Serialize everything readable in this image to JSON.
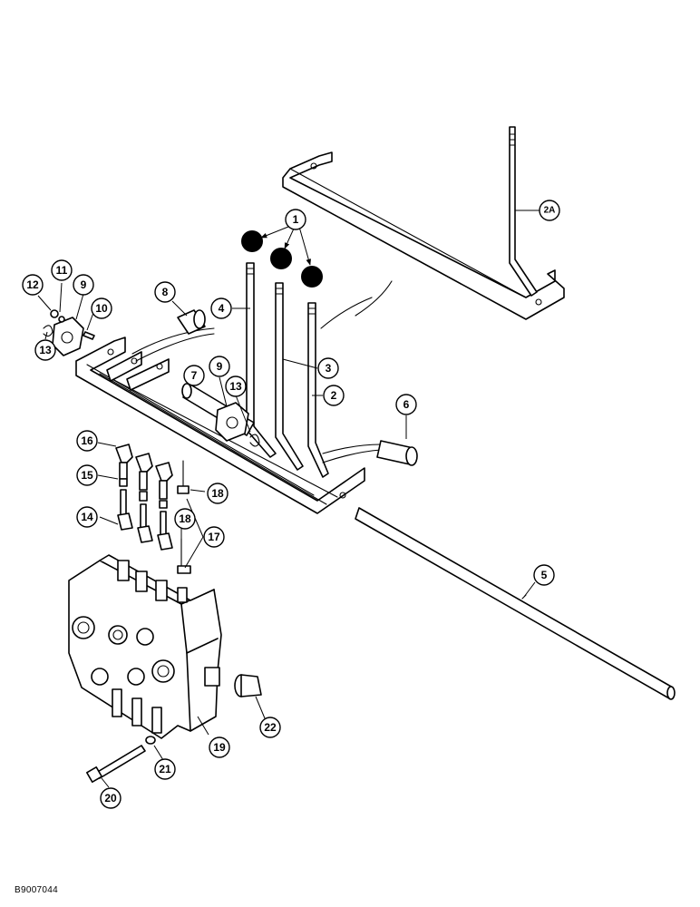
{
  "figure_id": "B9007044",
  "callouts": [
    "1",
    "2A",
    "2",
    "3",
    "4",
    "5",
    "6",
    "7",
    "8",
    "9",
    "9",
    "10",
    "11",
    "12",
    "13",
    "13",
    "14",
    "15",
    "16",
    "17",
    "18",
    "18",
    "19",
    "20",
    "21",
    "22"
  ],
  "colors": {
    "ink": "#000000",
    "paper": "#ffffff"
  }
}
